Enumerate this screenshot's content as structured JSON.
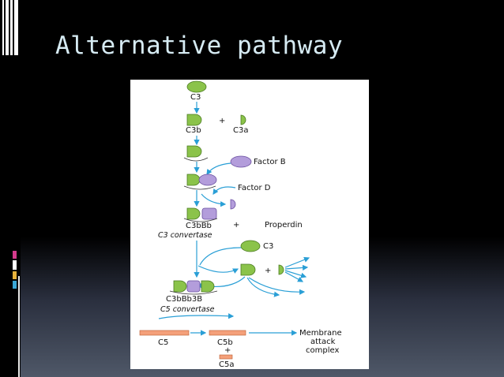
{
  "slide": {
    "title": "Alternative pathway"
  },
  "diagram": {
    "labels": {
      "c3_top": "C3",
      "c3b": "C3b",
      "c3a": "C3a",
      "plus1": "+",
      "factor_b": "Factor B",
      "factor_d": "Factor D",
      "c3bbb": "C3bBb",
      "plus2": "+",
      "properdin": "Properdin",
      "c3_convertase": "C3 convertase",
      "c3_mid": "C3",
      "plus3": "+",
      "c3bbb3b": "C3bBb3B",
      "c5_convertase": "C5 convertase",
      "c5": "C5",
      "c5b": "C5b",
      "plus4": "+",
      "c5a": "C5a",
      "membrane": "Membrane",
      "attack": "attack",
      "complex": "complex"
    }
  },
  "colors": {
    "green": "#8bc34a",
    "purple": "#b39ddb",
    "orange": "#f4a07a",
    "arrow": "#2a9fd6",
    "title": "#d6ebf3"
  }
}
